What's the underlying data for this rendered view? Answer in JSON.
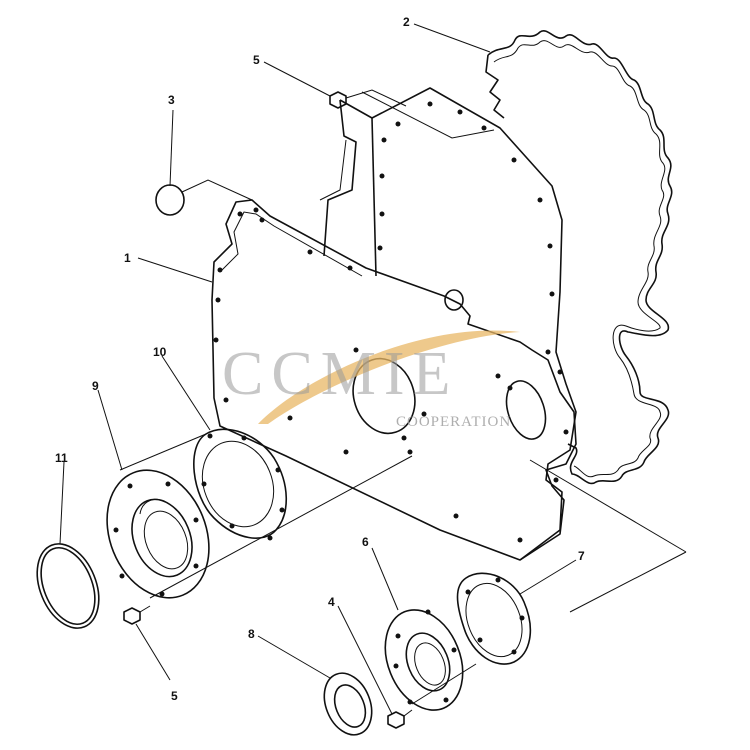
{
  "diagram": {
    "parts": [
      {
        "id": "1",
        "name": "front cover plate"
      },
      {
        "id": "2",
        "name": "gasket"
      },
      {
        "id": "3",
        "name": "plug"
      },
      {
        "id": "4",
        "name": "bolt"
      },
      {
        "id": "5",
        "name": "bolt"
      },
      {
        "id": "6",
        "name": "seal housing"
      },
      {
        "id": "7",
        "name": "gasket"
      },
      {
        "id": "8",
        "name": "oil seal"
      },
      {
        "id": "9",
        "name": "seal housing"
      },
      {
        "id": "10",
        "name": "gasket"
      },
      {
        "id": "11",
        "name": "seal ring"
      }
    ],
    "callouts": {
      "c1": "1",
      "c2": "2",
      "c3": "3",
      "c4": "4",
      "c5a": "5",
      "c5b": "5",
      "c6": "6",
      "c7": "7",
      "c8": "8",
      "c9": "9",
      "c10": "10",
      "c11": "11"
    }
  },
  "watermark": {
    "brand": "CCMIE",
    "sub": "COOPERATION",
    "color": "#9a9a9a",
    "swoosh_color": "#e8b765"
  }
}
